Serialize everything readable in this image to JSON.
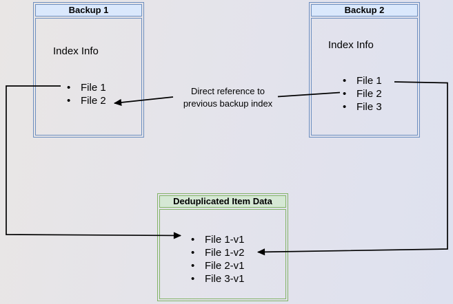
{
  "colors": {
    "blue_fill": "#dae8fc",
    "blue_border": "#6c8ebf",
    "green_fill": "#d5e8d4",
    "green_border": "#82b366",
    "arrow": "#000000",
    "text": "#000000",
    "bg_left": "#e9e6e5",
    "bg_mid": "#e3e3ec",
    "bg_right": "#dee1ef"
  },
  "boxes": {
    "backup1": {
      "title": "Backup 1",
      "section_label": "Index Info",
      "items": [
        "File 1",
        "File 2"
      ]
    },
    "backup2": {
      "title": "Backup 2",
      "section_label": "Index Info",
      "items": [
        "File 1",
        "File 2",
        "File 3"
      ]
    },
    "dedup": {
      "title": "Deduplicated Item Data",
      "items": [
        "File 1-v1",
        "File 1-v2",
        "File 2-v1",
        "File 3-v1"
      ]
    }
  },
  "annotation": {
    "line1": "Direct reference to",
    "line2": "previous backup index"
  }
}
